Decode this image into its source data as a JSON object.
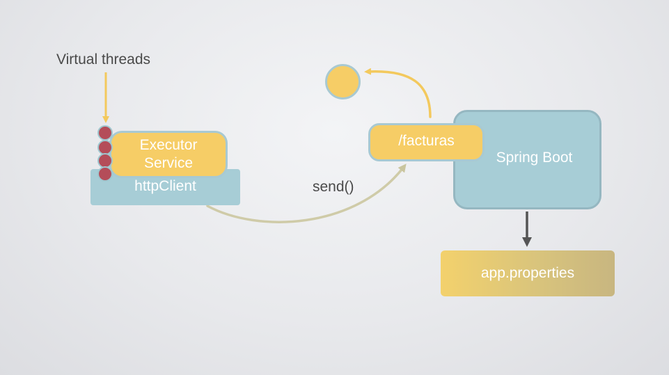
{
  "labels": {
    "virtual_threads": "Virtual threads",
    "send": "send()"
  },
  "boxes": {
    "executor_line1": "Executor",
    "executor_line2": "Service",
    "http_client": "httpClient",
    "facturas": "/facturas",
    "spring_boot": "Spring Boot",
    "app_properties": "app.properties"
  },
  "colors": {
    "yellow": "#f6cd66",
    "blue": "#a7cdd6",
    "thread_red": "#b44d59",
    "arrow_yellow": "#f3c95d",
    "arrow_green": "#cfcba8",
    "arrow_dark": "#555555"
  }
}
